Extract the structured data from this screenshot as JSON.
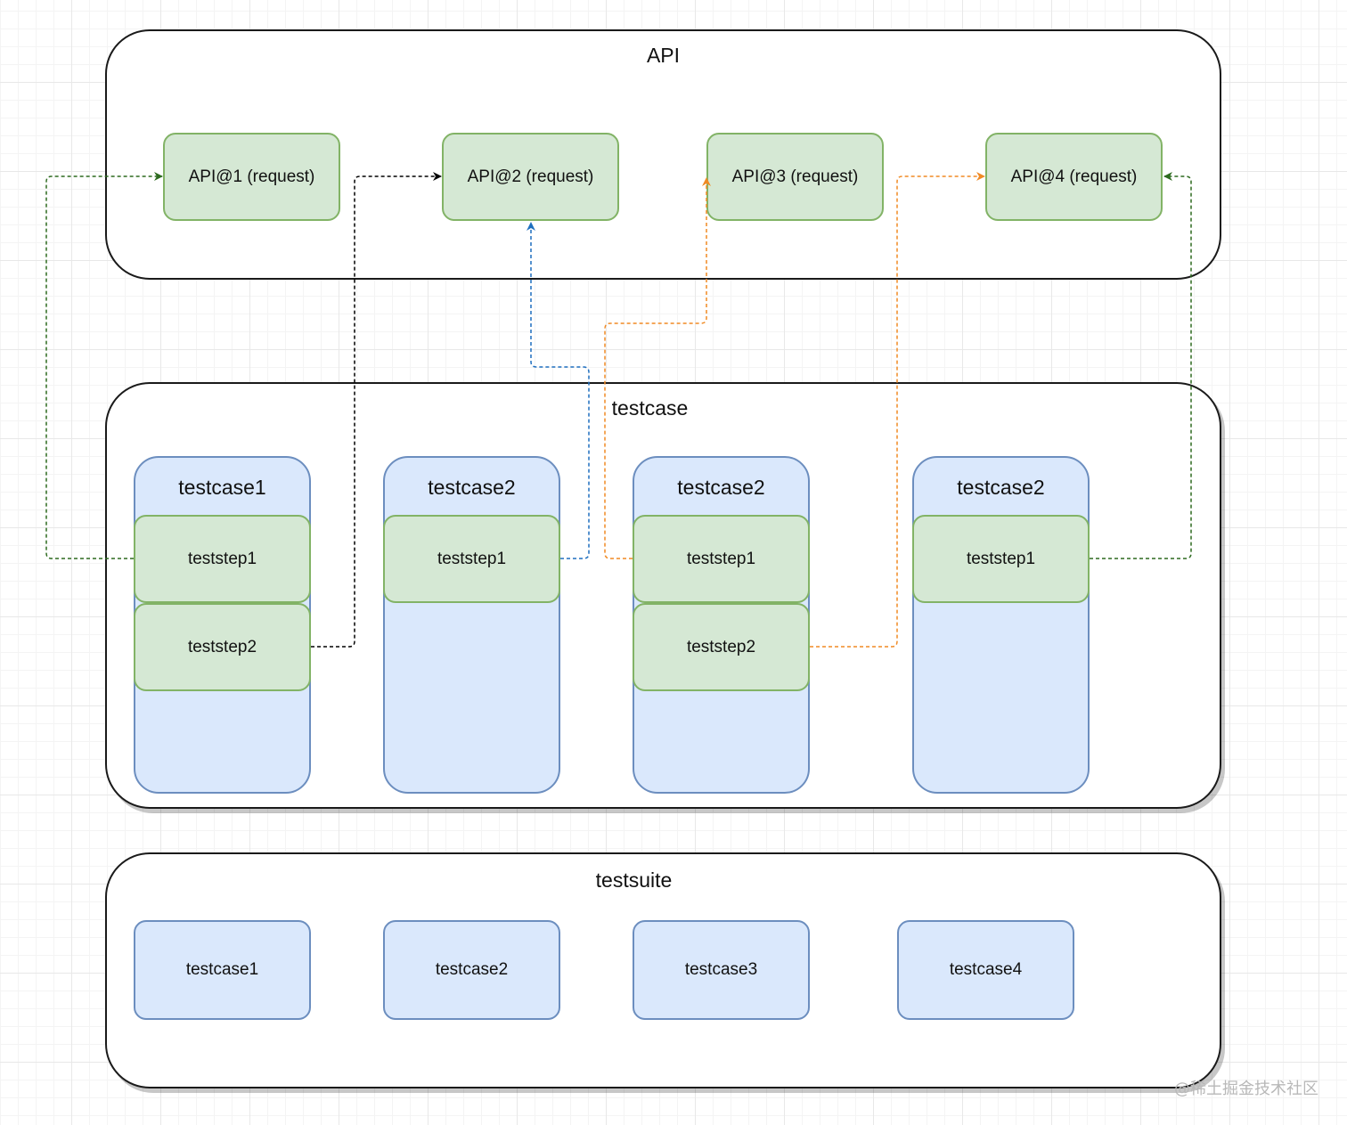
{
  "api_group": {
    "title": "API",
    "requests": [
      "API@1 (request)",
      "API@2 (request)",
      "API@3 (request)",
      "API@4 (request)"
    ]
  },
  "testcase_group": {
    "title": "testcase",
    "lanes": [
      {
        "title": "testcase1",
        "steps": [
          "teststep1",
          "teststep2"
        ]
      },
      {
        "title": "testcase2",
        "steps": [
          "teststep1"
        ]
      },
      {
        "title": "testcase2",
        "steps": [
          "teststep1",
          "teststep2"
        ]
      },
      {
        "title": "testcase2",
        "steps": [
          "teststep1"
        ]
      }
    ]
  },
  "testsuite_group": {
    "title": "testsuite",
    "testcases": [
      "testcase1",
      "testcase2",
      "testcase3",
      "testcase4"
    ]
  },
  "connections": [
    {
      "from": "testcase1.teststep1",
      "to": "API@1 (request)",
      "color": "#2d6a1f"
    },
    {
      "from": "testcase1.teststep2",
      "to": "API@2 (request)",
      "color": "#000000"
    },
    {
      "from": "testcase2.teststep1",
      "to": "API@2 (request)",
      "color": "#1f6fbf"
    },
    {
      "from": "testcase2(3).teststep1",
      "to": "API@3 (request)",
      "color": "#f08a24"
    },
    {
      "from": "testcase2(3).teststep2",
      "to": "API@4 (request)",
      "color": "#f08a24"
    },
    {
      "from": "testcase2(4).teststep1",
      "to": "API@4 (request)",
      "color": "#2d6a1f"
    }
  ],
  "watermark": "@稀土掘金技术社区"
}
